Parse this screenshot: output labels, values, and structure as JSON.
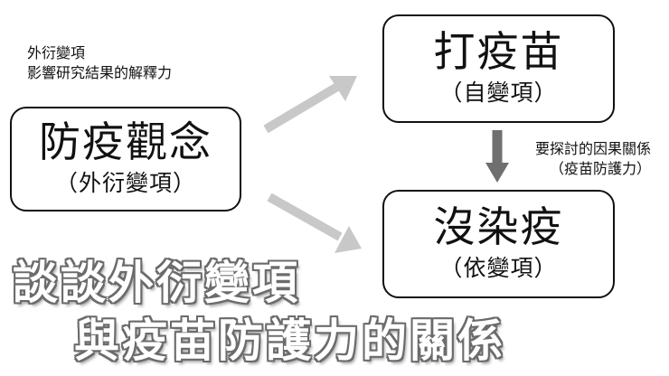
{
  "confounder_note": {
    "line1": "外衍變項",
    "line2": "影響研究結果的解釋力"
  },
  "nodes": {
    "confounder": {
      "main": "防疫觀念",
      "sub": "（外衍變項）"
    },
    "independent": {
      "main": "打疫苗",
      "sub": "（自變項）"
    },
    "dependent": {
      "main": "沒染疫",
      "sub": "（依變項）"
    }
  },
  "causal_note": {
    "line1": "要探討的因果關係",
    "line2": "（疫苗防護力）"
  },
  "headline": {
    "line1": "談談外衍變項",
    "line2": "與疫苗防護力的關係"
  },
  "colors": {
    "confounder_arrow": "#c8c8c8",
    "causal_arrow": "#6f6f6f",
    "headline_outline": "#6b6b6b"
  }
}
